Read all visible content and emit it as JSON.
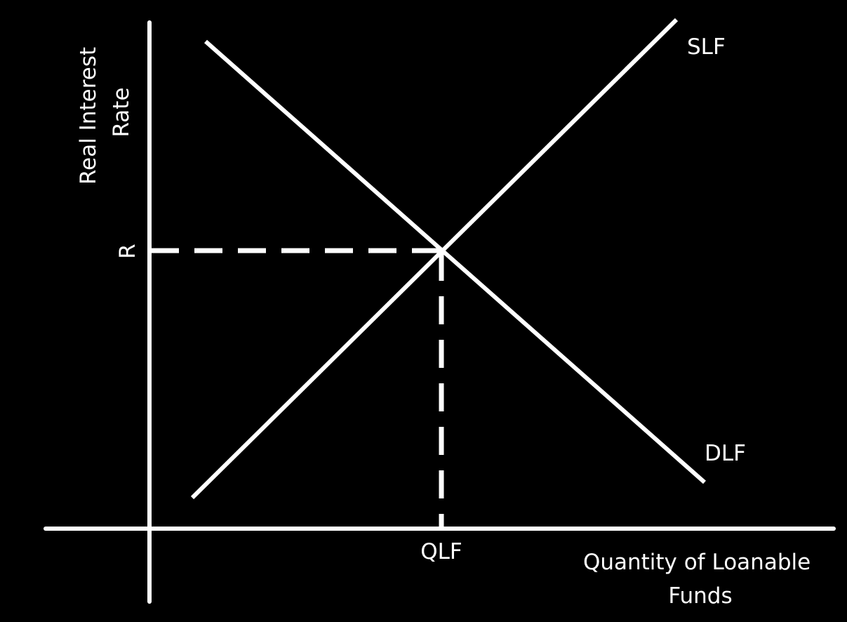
{
  "diagram": {
    "y_axis_label_line1": "Real Interest",
    "y_axis_label_line2": "Rate",
    "x_axis_label_line1": "Quantity of Loanable",
    "x_axis_label_line2": "Funds",
    "supply_curve_label": "SLF",
    "demand_curve_label": "DLF",
    "equilibrium_rate_label": "R",
    "equilibrium_quantity_label": "QLF"
  },
  "colors": {
    "background": "#000000",
    "foreground": "#ffffff"
  }
}
